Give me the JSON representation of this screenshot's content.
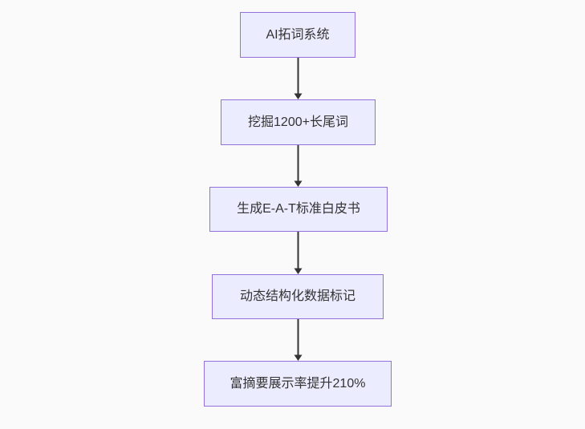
{
  "diagram": {
    "type": "flowchart",
    "direction": "top-down",
    "title": "",
    "nodes": [
      {
        "id": "A",
        "label": "AI拓词系统"
      },
      {
        "id": "B",
        "label": "挖掘1200+长尾词"
      },
      {
        "id": "C",
        "label": "生成E-A-T标准白皮书"
      },
      {
        "id": "D",
        "label": "动态结构化数据标记"
      },
      {
        "id": "E",
        "label": "富摘要展示率提升210%"
      }
    ],
    "edges": [
      {
        "from": "A",
        "to": "B",
        "style": "arrow-down"
      },
      {
        "from": "B",
        "to": "C",
        "style": "arrow-down"
      },
      {
        "from": "C",
        "to": "D",
        "style": "arrow-down"
      },
      {
        "from": "D",
        "to": "E",
        "style": "arrow-down"
      }
    ],
    "colors": {
      "node_fill": "#ECECFF",
      "node_border": "#9370DB",
      "text": "#333333",
      "arrow": "#333333",
      "background": "#FAFAFA"
    }
  }
}
